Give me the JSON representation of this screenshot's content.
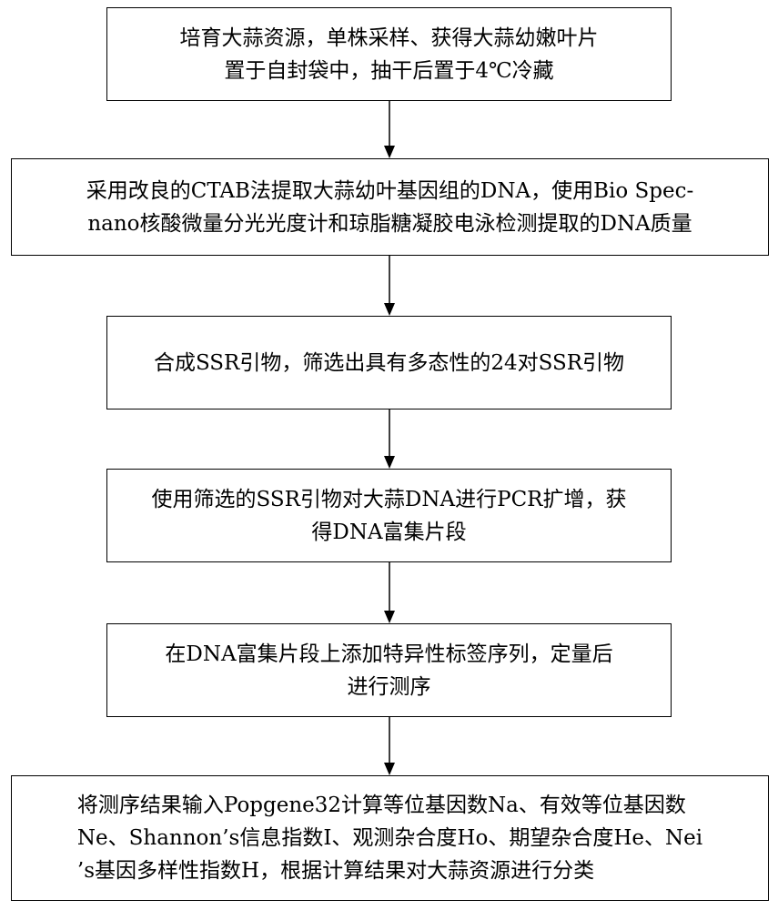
{
  "steps": [
    {
      "text": "培育大蒜资源，单株采样、获得大蒜幼嫩叶片\n置于自封袋中，抽干后置于4℃冷藏"
    },
    {
      "text": "采用改良的CTAB法提取大蒜幼叶基因组的DNA，使用Bio Spec-\nnano核酸微量分光光度计和琼脂糖凝胶电泳检测提取的DNA质量"
    },
    {
      "text": "合成SSR引物，筛选出具有多态性的24对SSR引物"
    },
    {
      "text": "使用筛选的SSR引物对大蒜DNA进行PCR扩增，获\n得DNA富集片段"
    },
    {
      "text": "在DNA富集片段上添加特异性标签序列，定量后\n进行测序"
    },
    {
      "text": "将测序结果输入Popgene32计算等位基因数Na、有效等位基因数\nNe、Shannon’s信息指数I、观测杂合度Ho、期望杂合度He、Nei\n’s基因多样性指数H，根据计算结果对大蒜资源进行分类"
    }
  ],
  "colors": {
    "border": "#000000",
    "arrow": "#000000",
    "background": "#ffffff"
  }
}
